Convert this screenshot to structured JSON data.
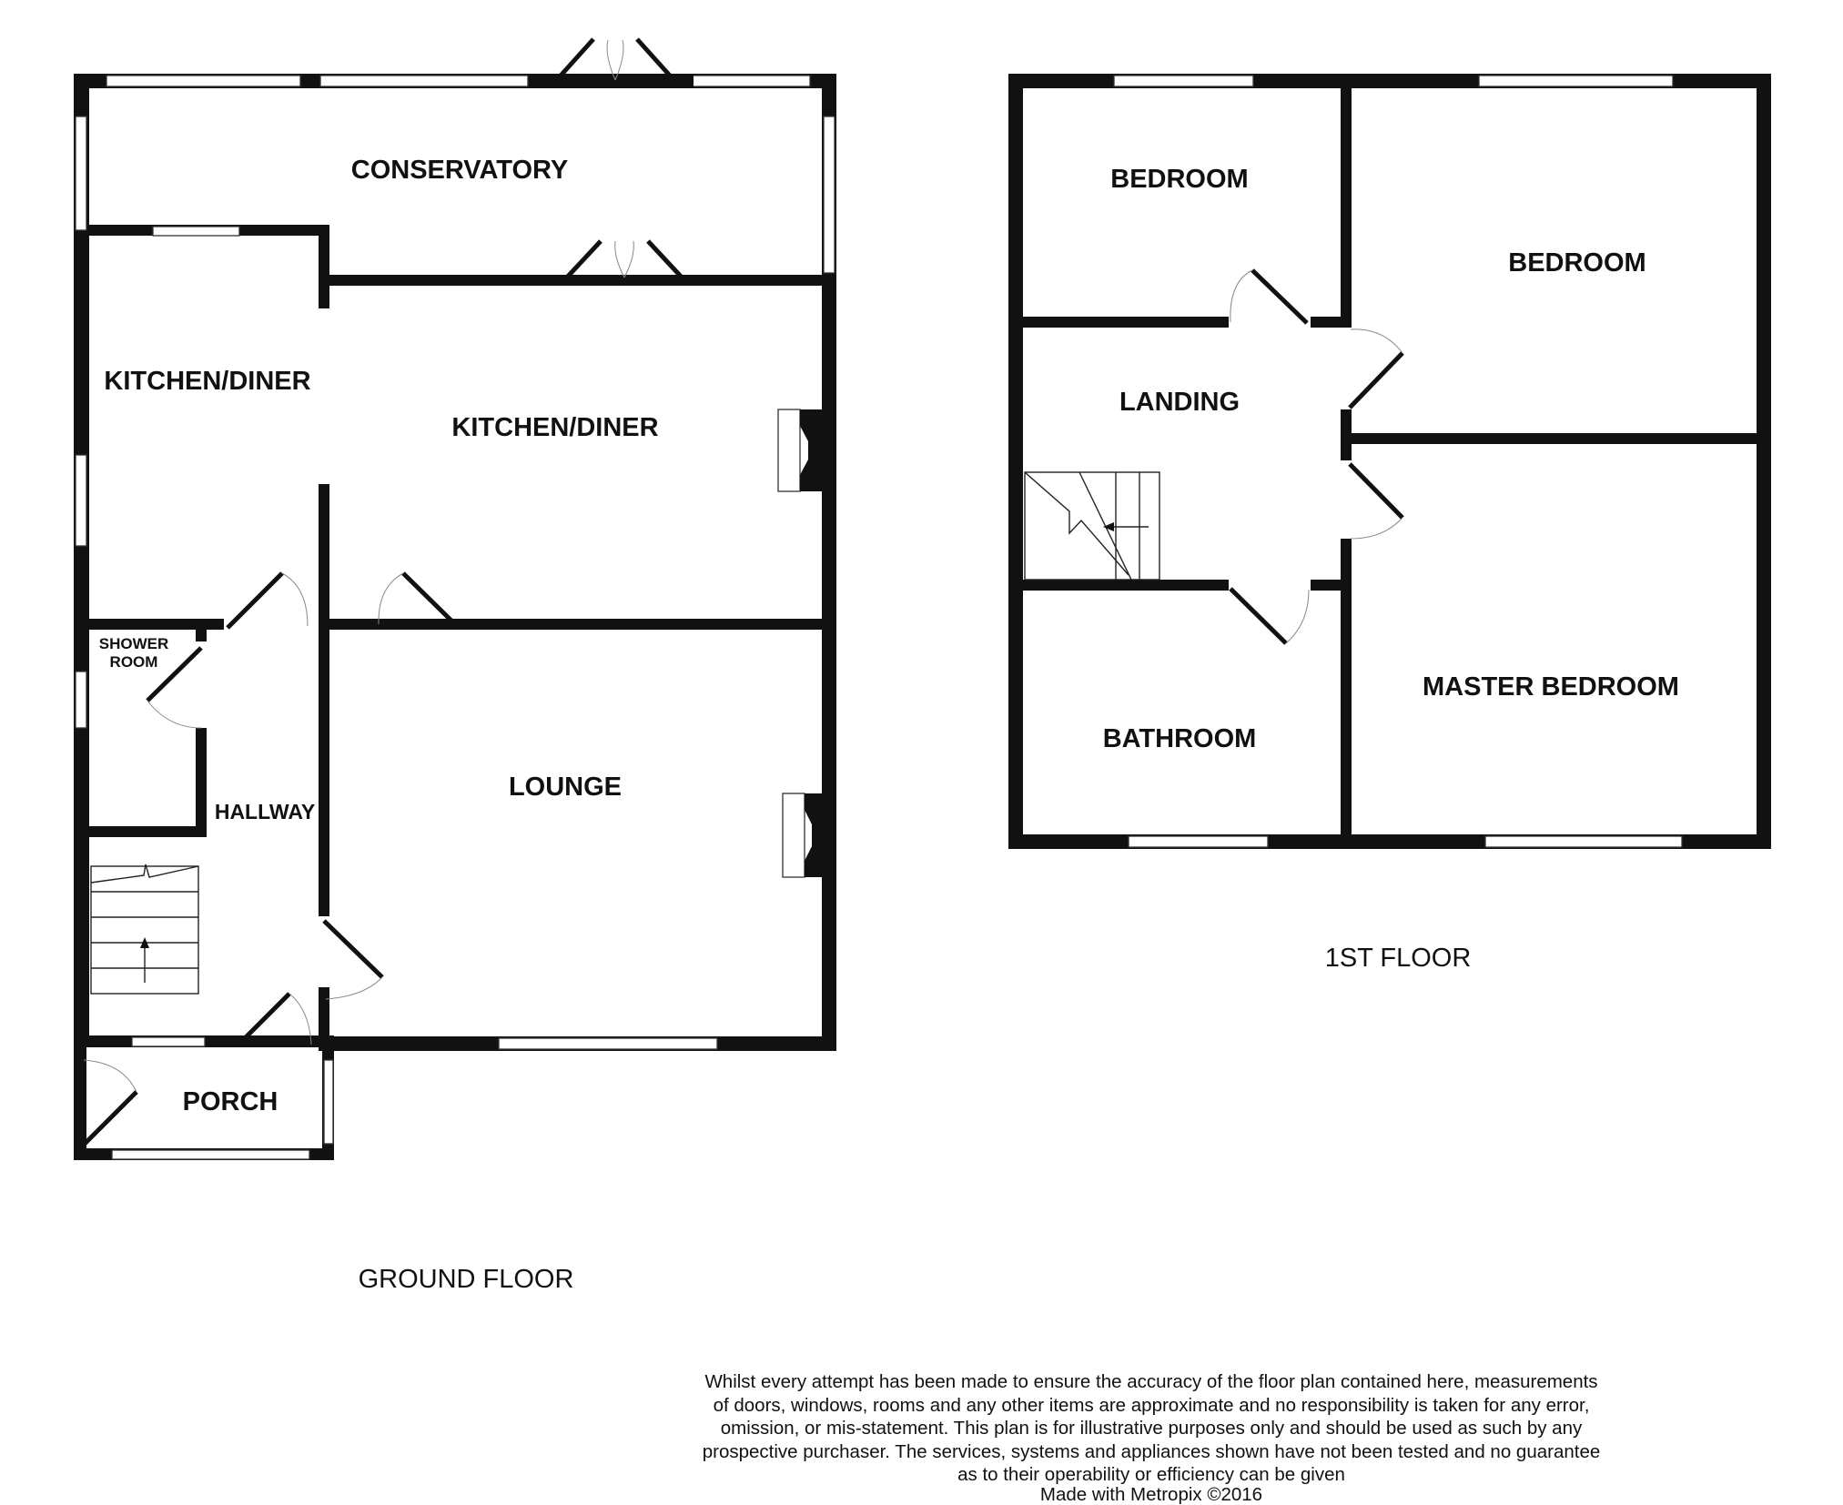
{
  "ground_floor": {
    "title": "GROUND FLOOR",
    "rooms": {
      "conservatory": "CONSERVATORY",
      "kitchen_diner_left": "KITCHEN/DINER",
      "kitchen_diner_right": "KITCHEN/DINER",
      "shower_room_line1": "SHOWER",
      "shower_room_line2": "ROOM",
      "hallway": "HALLWAY",
      "lounge": "LOUNGE",
      "porch": "PORCH"
    }
  },
  "first_floor": {
    "title": "1ST FLOOR",
    "rooms": {
      "bedroom_small": "BEDROOM",
      "bedroom_large": "BEDROOM",
      "landing": "LANDING",
      "bathroom": "BATHROOM",
      "master_bedroom": "MASTER BEDROOM"
    }
  },
  "disclaimer": "Whilst every attempt has been made to ensure the accuracy of the floor plan contained here, measurements\nof doors, windows, rooms and any other items are approximate and no responsibility is taken for any error,\nomission, or mis-statement. This plan is for illustrative purposes only and should be used as such by any\nprospective purchaser. The services, systems and appliances shown have not been tested and no guarantee\nas to their operability or efficiency can be given",
  "credit": "Made with Metropix ©2016"
}
